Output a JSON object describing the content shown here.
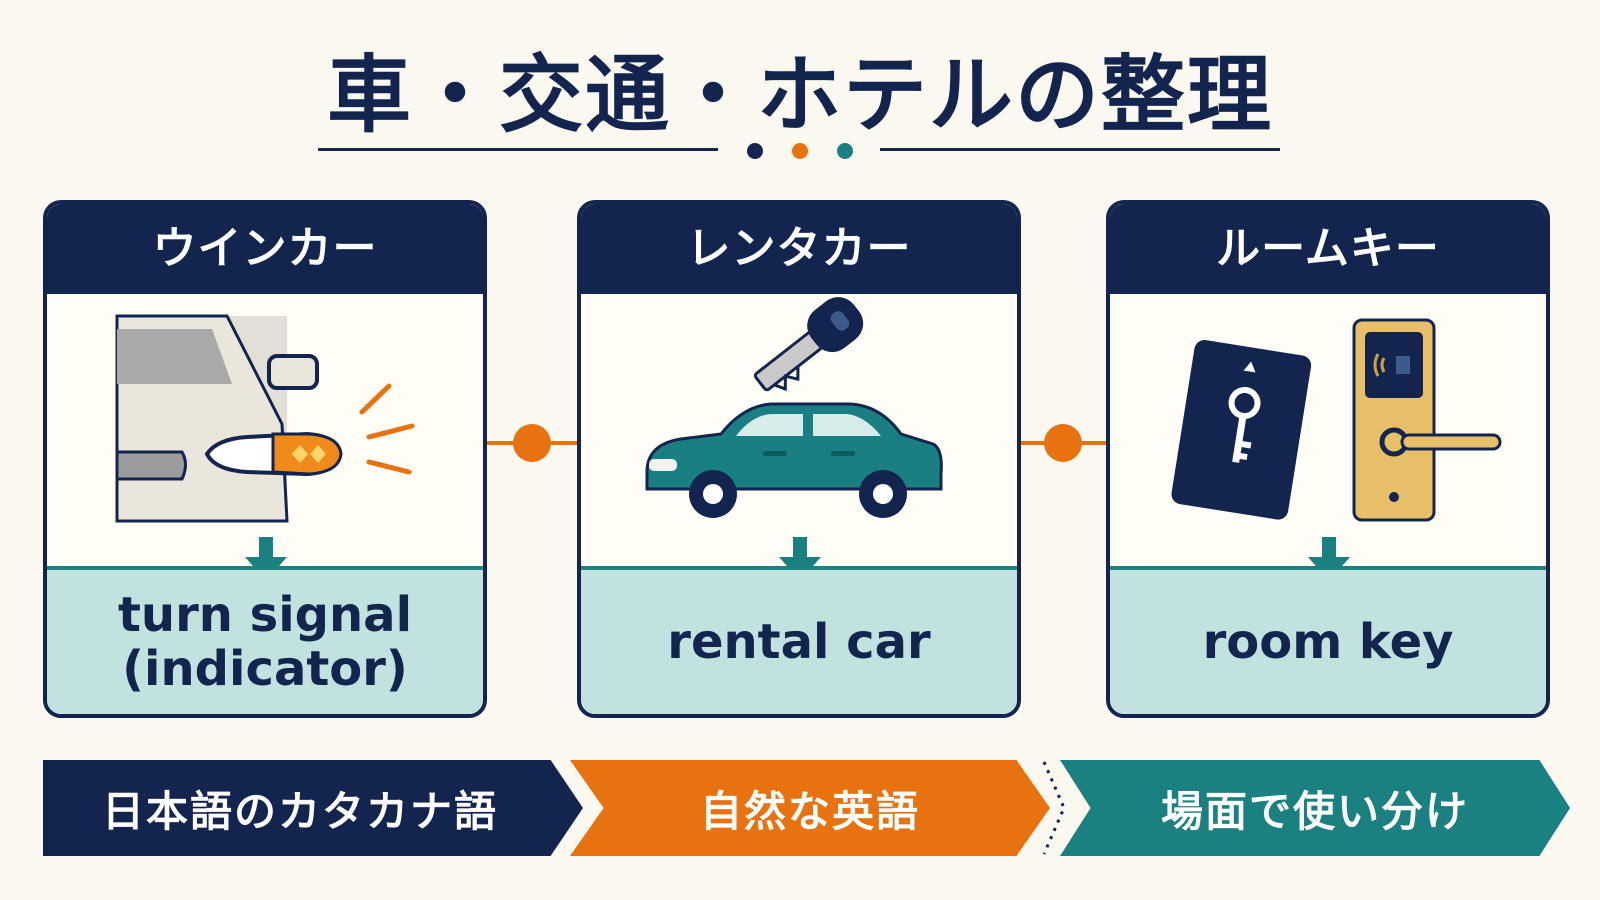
{
  "title": "車・交通・ホテルの整理",
  "colors": {
    "navy": "#13254f",
    "orange": "#e8720f",
    "teal": "#1a8080",
    "mint": "#c1e2df"
  },
  "cards": [
    {
      "header": "ウインカー",
      "english": "turn signal\n(indicator)",
      "icon": "car-turn-signal-icon"
    },
    {
      "header": "レンタカー",
      "english": "rental car",
      "icon": "rental-car-with-key-icon"
    },
    {
      "header": "ルームキー",
      "english": "room key",
      "icon": "hotel-keycard-and-door-lock-icon"
    }
  ],
  "banners": [
    {
      "label": "日本語のカタカナ語"
    },
    {
      "label": "自然な英語"
    },
    {
      "label": "場面で使い分け"
    }
  ]
}
